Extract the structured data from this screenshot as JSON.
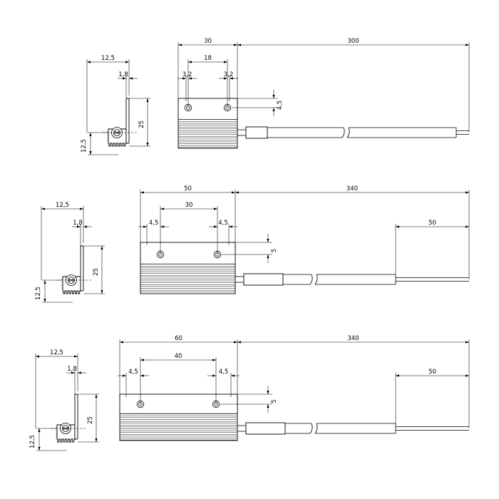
{
  "views": [
    {
      "end_view": {
        "width": "12,5",
        "flange": "1,8",
        "height": "25",
        "half_height": "12,5"
      },
      "top_view": {
        "length": "30",
        "hole_pitch": "18",
        "hole_edge_left": "3,2",
        "hole_edge_right": "3,2",
        "hole_from_top": "4,5",
        "cable_length": "300",
        "strip_length": ""
      }
    },
    {
      "end_view": {
        "width": "12,5",
        "flange": "1,8",
        "height": "25",
        "half_height": "12,5"
      },
      "top_view": {
        "length": "50",
        "hole_pitch": "30",
        "hole_edge_left": "4,5",
        "hole_edge_right": "4,5",
        "hole_from_top": "5",
        "cable_length": "340",
        "strip_length": "50"
      }
    },
    {
      "end_view": {
        "width": "12,5",
        "flange": "1,8",
        "height": "25",
        "half_height": "12,5"
      },
      "top_view": {
        "length": "60",
        "hole_pitch": "40",
        "hole_edge_left": "4,5",
        "hole_edge_right": "4,5",
        "hole_from_top": "5",
        "cable_length": "340",
        "strip_length": "50"
      }
    }
  ]
}
